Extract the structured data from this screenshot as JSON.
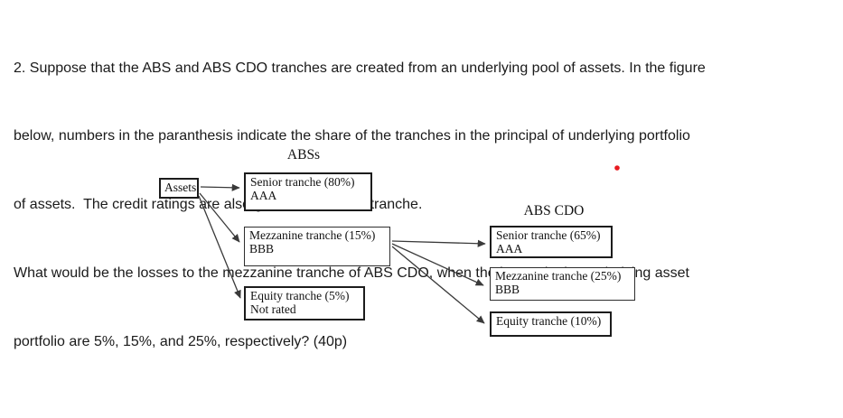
{
  "question": {
    "lines": [
      "2. Suppose that the ABS and ABS CDO tranches are created from an underlying pool of assets. In the figure",
      "below, numbers in the paranthesis indicate the share of the tranches in the principal of underlying portfolio",
      "of assets.  The credit ratings are also given below each tranche.",
      "What would be the losses to the mezzanine tranche of ABS CDO, when the losses in the underlying asset",
      "portfolio are 5%, 15%, and 25%, respectively? (40p)"
    ]
  },
  "diagram": {
    "assets_label": "Assets",
    "abs": {
      "title": "ABSs",
      "tranches": [
        {
          "label": "Senior tranche (80%)",
          "rating": "AAA"
        },
        {
          "label": "Mezzanine tranche (15%)",
          "rating": "BBB"
        },
        {
          "label": "Equity tranche (5%)",
          "rating": "Not rated"
        }
      ]
    },
    "abs_cdo": {
      "title": "ABS CDO",
      "tranches": [
        {
          "label": "Senior tranche (65%)",
          "rating": "AAA"
        },
        {
          "label": "Mezzanine tranche (25%)",
          "rating": "BBB"
        },
        {
          "label": "Equity tranche (10%)"
        }
      ]
    },
    "colors": {
      "dot": "#e8191f",
      "line": "#3a3a3a"
    }
  }
}
